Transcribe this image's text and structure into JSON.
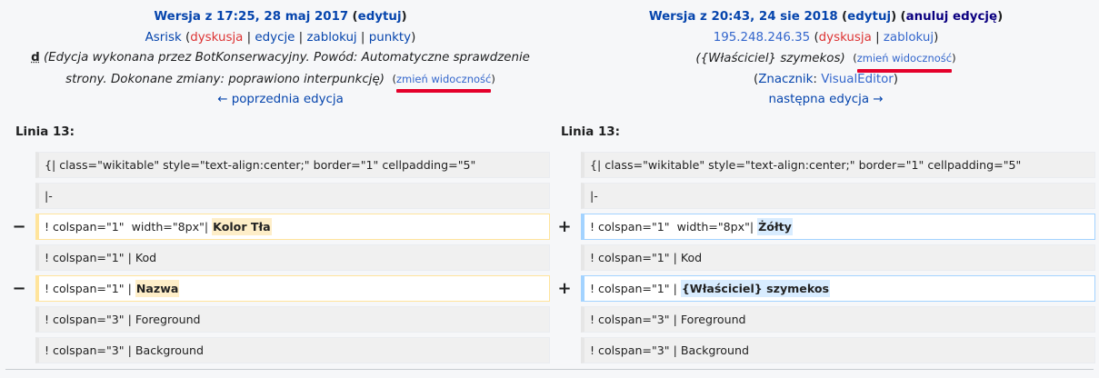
{
  "left": {
    "title": "Wersja z 17:25, 28 maj 2017",
    "edit_link": "edytuj",
    "user": "Asrisk",
    "user_talk": "dyskusja",
    "user_contribs": "edycje",
    "user_block": "zablokuj",
    "user_points": "punkty",
    "minor_flag": "d",
    "comment_line1": "(Edycja wykonana przez BotKonserwacyjny. Powód: Automatyczne sprawdzenie",
    "comment_line2": "strony. Dokonane zmiany: poprawiono interpunkcję)",
    "visibility_link": "zmień widoczność",
    "nav_link": "← poprzednia edycja",
    "line_label": "Linia 13:"
  },
  "right": {
    "title": "Wersja z 20:43, 24 sie 2018",
    "edit_link": "edytuj",
    "undo_link": "anuluj edycję",
    "user": "195.248.246.35",
    "user_talk": "dyskusja",
    "user_block": "zablokuj",
    "comment": "({Właściciel} szymekos)",
    "visibility_link": "zmień widoczność",
    "tag_label": "Znacznik",
    "tag_value": "VisualEditor",
    "nav_link": "następna edycja →",
    "line_label": "Linia 13:"
  },
  "diff": {
    "del_marker": "−",
    "add_marker": "+",
    "rows": [
      {
        "type": "context",
        "left": "{| class=\"wikitable\" style=\"text-align:center;\" border=\"1\" cellpadding=\"5\"",
        "right": "{| class=\"wikitable\" style=\"text-align:center;\" border=\"1\" cellpadding=\"5\""
      },
      {
        "type": "context",
        "left": "|-",
        "right": "|-"
      },
      {
        "type": "change",
        "left_prefix": "! colspan=\"1\"  width=\"8px\"| ",
        "left_hl": "Kolor Tła",
        "right_prefix": "! colspan=\"1\"  width=\"8px\"| ",
        "right_hl": "Żółty"
      },
      {
        "type": "context",
        "left": "! colspan=\"1\" | Kod",
        "right": "! colspan=\"1\" | Kod"
      },
      {
        "type": "change",
        "left_prefix": "! colspan=\"1\" | ",
        "left_hl": "Nazwa",
        "right_prefix": "! colspan=\"1\" | ",
        "right_hl": "{Właściciel} szymekos"
      },
      {
        "type": "context",
        "left": "! colspan=\"3\" | Foreground",
        "right": "! colspan=\"3\" | Foreground"
      },
      {
        "type": "context",
        "left": "! colspan=\"3\" | Background",
        "right": "! colspan=\"3\" | Background"
      }
    ]
  },
  "colors": {
    "link": "#3366cc",
    "red_link": "#dd3333",
    "del_border": "#ffe49c",
    "add_border": "#a3d3ff",
    "annotation_underline": "#e4002b"
  }
}
